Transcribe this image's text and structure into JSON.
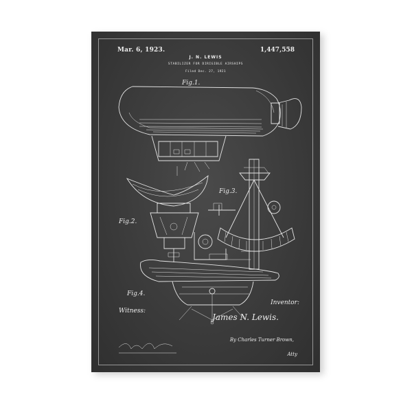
{
  "header": {
    "date": "Mar. 6, 1923.",
    "patent_number": "1,447,558",
    "inventor": "J. N. LEWIS",
    "title": "STABILIZER FOR DIRIGIBLE AIRSHIPS",
    "filed": "Filed Dec. 27, 1921"
  },
  "figures": {
    "fig1": "Fig.1.",
    "fig2": "Fig.2.",
    "fig3": "Fig.3.",
    "fig4": "Fig.4."
  },
  "signatures": {
    "witness": "Witness:",
    "inventor_label": "Inventor:",
    "inventor_signature": "James N. Lewis.",
    "attorney": "By Charles Turner Brown,",
    "atty": "Atty"
  },
  "colors": {
    "background": "#3b3b3b",
    "ink": "#eeeeee",
    "page": "#ffffff"
  }
}
